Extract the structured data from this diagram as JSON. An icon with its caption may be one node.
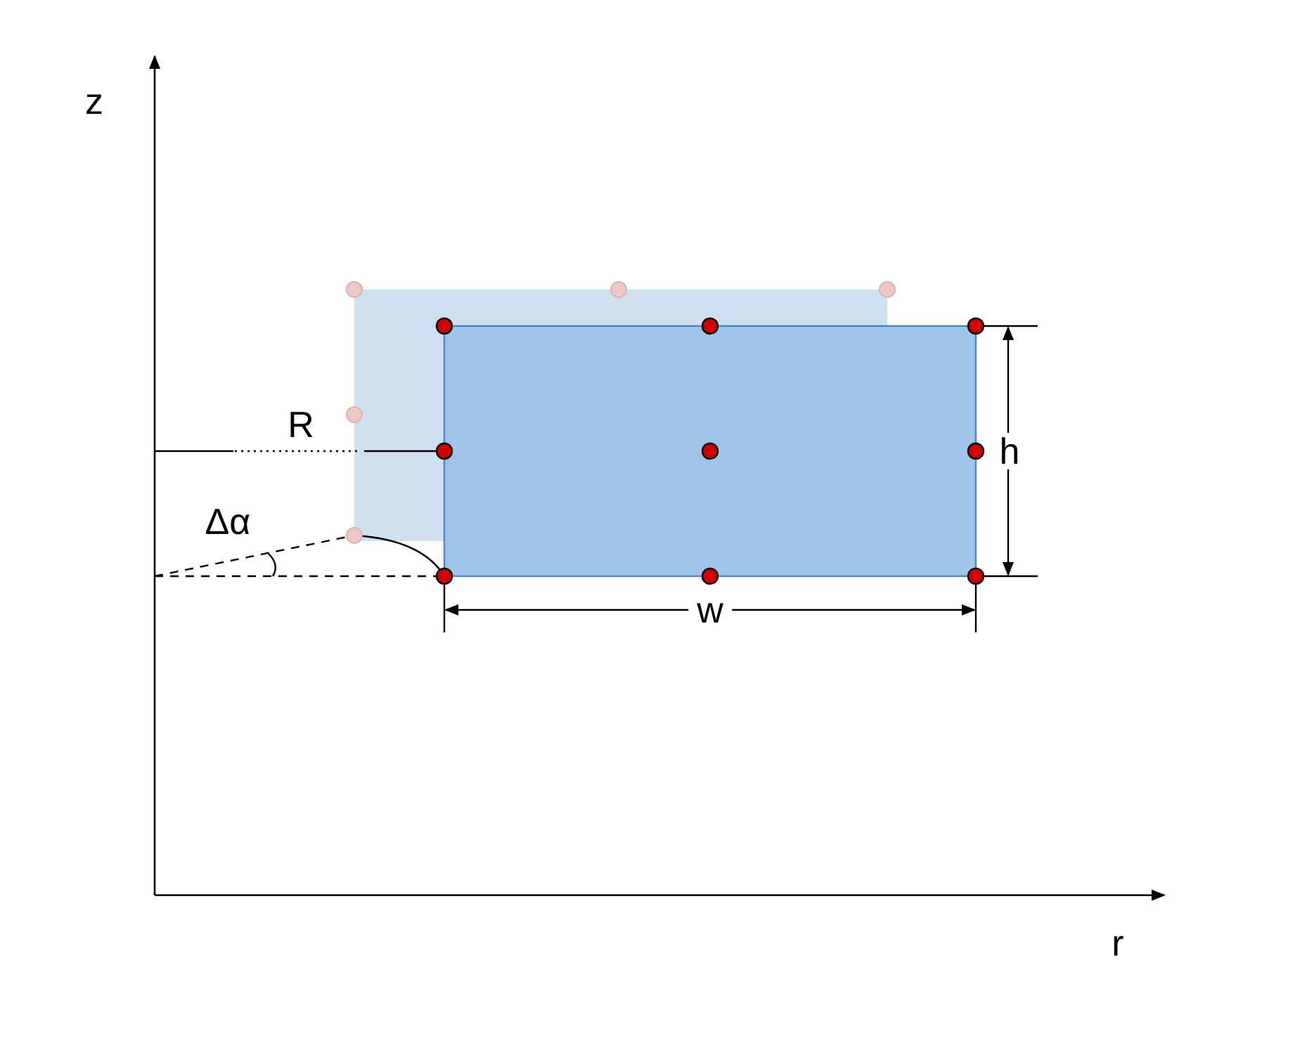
{
  "diagram": {
    "labels": [
      "z",
      "R",
      "h",
      "Δα",
      "w",
      "r"
    ]
  }
}
